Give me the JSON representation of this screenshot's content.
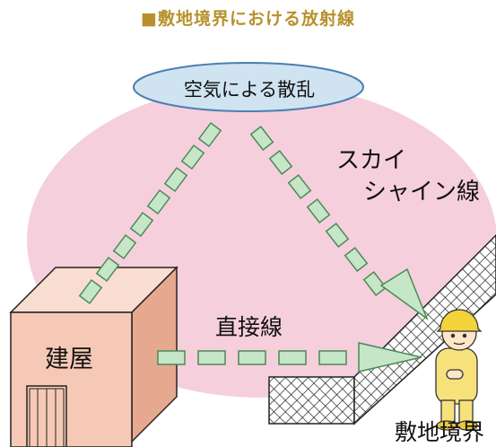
{
  "title": "■敷地境界における放射線",
  "labels": {
    "air_scatter": "空気による散乱",
    "skyshine_line1": "スカイ",
    "skyshine_line2": "シャイン線",
    "direct": "直接線",
    "building": "建屋",
    "boundary": "敷地境界"
  },
  "colors": {
    "title": "#b8912c",
    "haze": "#f6cfdc",
    "ellipse_fill": "#cfe3f1",
    "ellipse_stroke": "#4a7fb0",
    "arrow_fill": "#c6e6c8",
    "arrow_stroke": "#4c8a57",
    "building_front": "#f6c9b6",
    "building_top": "#f9ddd0",
    "building_side": "#e6a98f",
    "helmet": "#f4d23a",
    "worker": "#f7e17b"
  },
  "icons": {
    "door": "door-icon",
    "fence": "mesh-fence-icon",
    "worker": "worker-with-helmet-icon"
  }
}
